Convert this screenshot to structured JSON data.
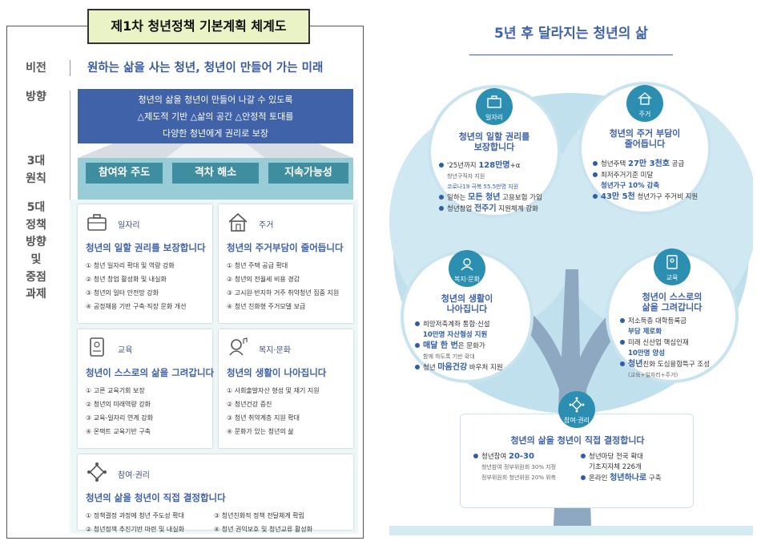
{
  "left": {
    "title": "제1차 청년정책 기본계획 체계도",
    "labels": {
      "vision": "비전",
      "direction": "방향",
      "principles": [
        "3대",
        "원칙"
      ],
      "policies": [
        "5대",
        "정책",
        "방향",
        "및",
        "중점",
        "과제"
      ]
    },
    "vision": "원하는 삶을 사는 청년, 청년이 만들어 가는 미래",
    "direction": [
      "청년의 삶을 청년이 만들어 나갈 수 있도록",
      "△제도적 기반 △삶의 공간 △안정적 토대를",
      "다양한 청년에게 권리로 보장"
    ],
    "principles": [
      "참여와 주도",
      "격차 해소",
      "지속가능성"
    ],
    "cards": [
      {
        "category": "일자리",
        "title": "청년의 일할 권리를 보장합니다",
        "icon": "briefcase-icon",
        "items": [
          "① 청년 일자리 확대 및 역량 강화",
          "② 청년 창업 활성화 및 내실화",
          "③ 청년의 일터 안전망 강화",
          "④ 공정채용 기반 구축·직장 문화 개선"
        ]
      },
      {
        "category": "주거",
        "title": "청년의 주거부담이 줄어듭니다",
        "icon": "house-icon",
        "items": [
          "① 청년 주택 공급 확대",
          "② 청년의 전월세 비용 경감",
          "③ 고시원·반지하 거주 취약청년 집중 지원",
          "④ 청년 친화형 주거모델 보급"
        ]
      },
      {
        "category": "교육",
        "title": "청년이 스스로의 삶을 그려갑니다",
        "icon": "book-icon",
        "items": [
          "① 고른 교육기회 보장",
          "② 청년의 미래역량 강화",
          "③ 교육-일자리 연계 강화",
          "④ 온택트 교육기반 구축"
        ]
      },
      {
        "category": "복지·문화",
        "title": "청년의 생활이 나아집니다",
        "icon": "headphones-icon",
        "items": [
          "① 사회출발자산 형성 및 재기 지원",
          "② 청년건강 증진",
          "③ 청년 취약계층 지원 확대",
          "④ 문화가 있는 청년의 삶"
        ]
      },
      {
        "category": "참여·권리",
        "title": "청년의 삶을 청년이 직접 결정합니다",
        "icon": "network-icon",
        "items": [
          "① 정책결정 과정에 청년 주도성 확대",
          "③ 청년친화적 정책 전달체계 확립",
          "② 청년정책 추진기반 마련 및 내실화",
          "④ 청년 권익보호 및 청년교류 활성화"
        ]
      }
    ]
  },
  "right": {
    "title": "5년 후 달라지는 청년의 삶",
    "colors": {
      "accent": "#3f62a8",
      "badge": "#2c8fb2",
      "tree": "#bfe0ec",
      "trunk": "#8ea8c2"
    },
    "circles": [
      {
        "badge": "일자리",
        "icon": "briefcase-icon",
        "head": [
          "청년의 일할 권리를",
          "보장합니다"
        ],
        "items": [
          {
            "a": "'25년까지 ",
            "b": "128만명",
            "c": "+α"
          },
          {
            "sub": "청년구직자 지원"
          },
          {
            "sub": "코로나19 극복 55.5만명 지원"
          },
          {
            "a": "일하는 ",
            "b": "모든 청년",
            "c": " 고용보험 가입"
          },
          {
            "a": "청년창업 ",
            "b": "전주기",
            "c": " 지원체계 강화"
          }
        ]
      },
      {
        "badge": "주거",
        "icon": "house-icon",
        "head": [
          "청년의 주거 부담이",
          "줄어듭니다"
        ],
        "items": [
          {
            "a": "청년주택 ",
            "b": "27만 3천호",
            "c": " 공급"
          },
          {
            "a": "최저주거기준 미달",
            "b": "",
            "c": ""
          },
          {
            "sub": "청년가구 10% 감축"
          },
          {
            "a": "",
            "b": "43만 5천",
            "c": " 청년가구 주거비 지원"
          }
        ]
      },
      {
        "badge": "복지·문화",
        "icon": "headphones-icon",
        "head": [
          "청년의 생활이",
          "나아집니다"
        ],
        "items": [
          {
            "a": "희망저축계좌 통합·신설",
            "b": "",
            "c": ""
          },
          {
            "sub": "10만명 자산형성 지원"
          },
          {
            "a": "",
            "b": "매달 한 번",
            "c": "은 문화가"
          },
          {
            "sub": "함께 하도록 기반 확대"
          },
          {
            "a": "청년 ",
            "b": "마음건강",
            "c": " 바우처 지원"
          }
        ]
      },
      {
        "badge": "교육",
        "icon": "book-icon",
        "head": [
          "청년이 스스로의",
          "삶을 그려갑니다"
        ],
        "items": [
          {
            "a": "저소득층 대학등록금",
            "b": "",
            "c": ""
          },
          {
            "sub": "부담 제로화"
          },
          {
            "a": "미래 신산업 핵심인재",
            "b": "",
            "c": ""
          },
          {
            "sub": "10만명 양성"
          },
          {
            "a": "",
            "b": "청년",
            "c": "친화 도심융합특구 조성"
          },
          {
            "sub": "(교육+일자리+주거)"
          }
        ]
      }
    ],
    "box": {
      "badge": "참여·권리",
      "icon": "network-icon",
      "head": "청년의 삶을 청년이 직접 결정합니다",
      "left": [
        {
          "a": "청년참여 ",
          "b": "20-30",
          "c": ""
        },
        {
          "sub": "청년참여 정부위원회 30% 지정"
        },
        {
          "sub": "정부위원회 청년위원 20% 위촉"
        }
      ],
      "right": [
        {
          "a": "청년마당 전국 확대",
          "b": "",
          "c": ""
        },
        {
          "sub": "기초지자체 226개"
        },
        {
          "a": "온라인 ",
          "b": "청년하나로",
          "c": " 구축"
        }
      ]
    }
  }
}
